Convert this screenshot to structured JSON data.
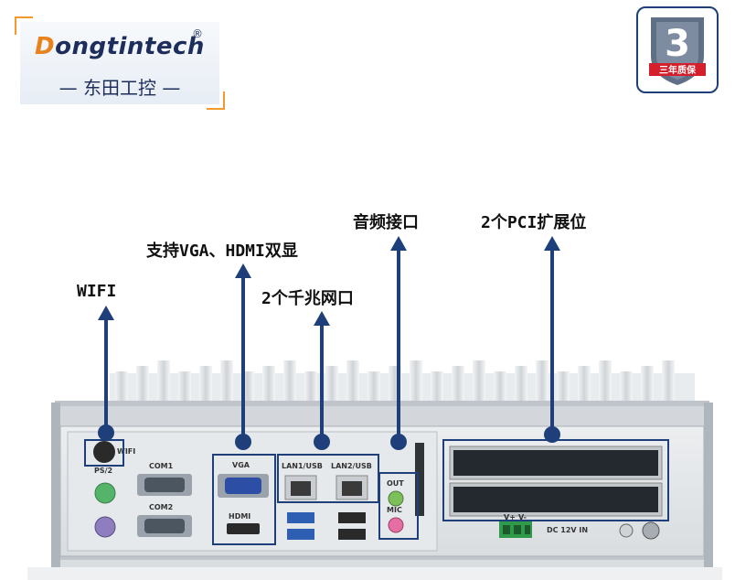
{
  "logo": {
    "brand_first": "D",
    "brand_rest": "ongtintech",
    "registered": "®",
    "subtitle": "— 东田工控 —",
    "colors": {
      "brand": "#1d2e5c",
      "accent": "#e8821d"
    }
  },
  "warranty_badge": {
    "digit": "3",
    "text": "三年质保",
    "colors": {
      "frame": "#1f3f7a",
      "shield": "#5f6f86",
      "banner": "#d4202c"
    }
  },
  "callouts": {
    "wifi": "WIFI",
    "vga_hdmi": "支持VGA、HDMI双显",
    "lan": "2个千兆网口",
    "audio": "音频接口",
    "pci": "2个PCI扩展位"
  },
  "panel_labels": {
    "wifi": "WIFI",
    "ps2": "PS/2",
    "com1": "COM1",
    "com2": "COM2",
    "vga": "VGA",
    "hdmi": "HDMI",
    "lan1": "LAN1/USB",
    "lan2": "LAN2/USB",
    "out": "OUT",
    "mic": "MIC",
    "vplus": "V+",
    "vminus": "V-",
    "dc": "DC 12V IN"
  },
  "colors": {
    "arrow": "#1f3f7a",
    "chassis": "#c9ced3",
    "panel": "#e4e7ea",
    "fin": "#d6dadd"
  }
}
